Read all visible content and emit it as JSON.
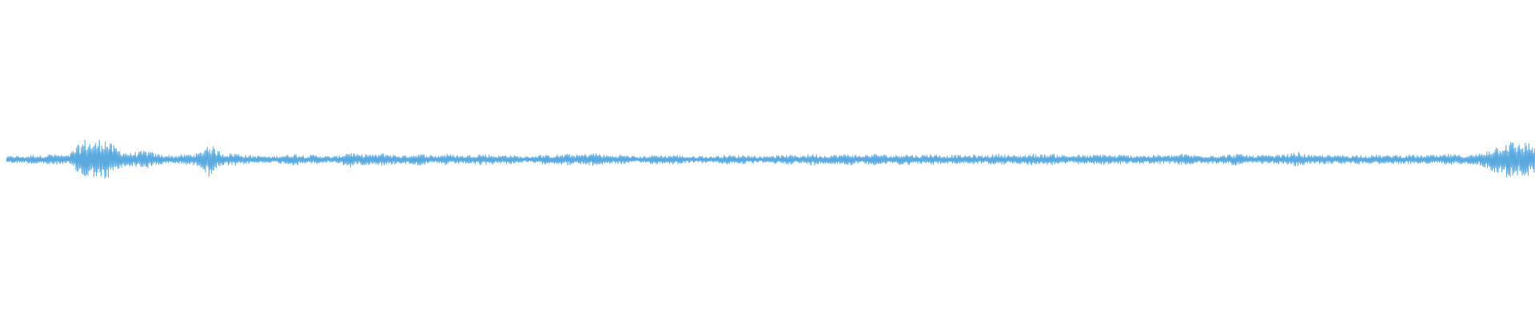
{
  "waveform": {
    "color": "#5aaae0",
    "baseline_color": "#5aaae0",
    "amplitude_envelope": [
      0.03,
      0.04,
      0.03,
      0.05,
      0.04,
      0.06,
      0.05,
      0.04,
      0.14,
      0.22,
      0.18,
      0.25,
      0.16,
      0.1,
      0.07,
      0.08,
      0.1,
      0.06,
      0.05,
      0.04,
      0.05,
      0.06,
      0.07,
      0.18,
      0.1,
      0.06,
      0.07,
      0.05,
      0.04,
      0.04,
      0.03,
      0.04,
      0.05,
      0.06,
      0.04,
      0.05,
      0.04,
      0.03,
      0.04,
      0.09,
      0.05,
      0.06,
      0.05,
      0.07,
      0.05,
      0.04,
      0.05,
      0.06,
      0.05,
      0.04,
      0.06,
      0.05,
      0.04,
      0.05,
      0.06,
      0.05,
      0.04,
      0.05,
      0.04,
      0.03,
      0.04,
      0.05,
      0.04,
      0.05,
      0.06,
      0.05,
      0.06,
      0.07,
      0.05,
      0.04,
      0.05,
      0.04,
      0.03,
      0.04,
      0.05,
      0.04,
      0.05,
      0.04,
      0.03,
      0.04,
      0.03,
      0.04,
      0.05,
      0.04,
      0.05,
      0.04,
      0.03,
      0.05,
      0.04,
      0.05,
      0.04,
      0.05,
      0.06,
      0.04,
      0.05,
      0.05,
      0.06,
      0.04,
      0.05,
      0.06,
      0.05,
      0.04,
      0.06,
      0.05,
      0.04,
      0.06,
      0.05,
      0.04,
      0.05,
      0.04,
      0.05,
      0.04,
      0.05,
      0.06,
      0.05,
      0.04,
      0.05,
      0.06,
      0.05,
      0.06,
      0.05,
      0.04,
      0.05,
      0.04,
      0.05,
      0.06,
      0.04,
      0.05,
      0.04,
      0.05,
      0.04,
      0.05,
      0.04,
      0.05,
      0.06,
      0.05,
      0.04,
      0.05,
      0.04,
      0.05,
      0.06,
      0.05,
      0.04,
      0.05,
      0.04,
      0.05,
      0.06,
      0.08,
      0.05,
      0.04,
      0.05,
      0.04,
      0.05,
      0.04,
      0.05,
      0.04,
      0.05,
      0.04,
      0.05,
      0.04,
      0.05,
      0.04,
      0.05,
      0.04,
      0.06,
      0.05,
      0.04,
      0.05,
      0.07,
      0.12,
      0.16,
      0.2,
      0.17,
      0.19,
      0.15
    ]
  }
}
